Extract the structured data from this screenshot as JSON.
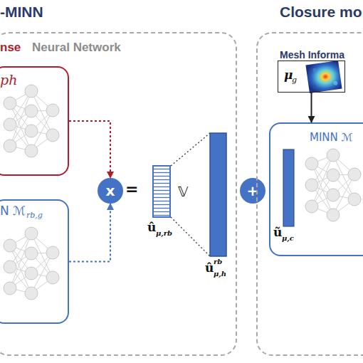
{
  "diagram": {
    "nodes": [
      {
        "text": [
          "-MINN",
          "nse",
          "Neural Network"
        ]
      },
      {
        "text": [
          "ph"
        ],
        "in": 0
      },
      {
        "text": [
          "N ℳ",
          "rb,g"
        ],
        "in": 0
      },
      {
        "text": [
          "x"
        ],
        "in": 0
      },
      {
        "text": [
          "+"
        ]
      },
      {
        "text": [
          "Closure mo",
          "Mesh Informa"
        ]
      },
      {
        "text": [
          "μ",
          "g"
        ],
        "in": 5
      },
      {
        "text": [
          "MINN ℳ"
        ],
        "in": 5
      }
    ],
    "edges": [
      {
        "from": 1,
        "to": 3,
        "arrow": "to"
      },
      {
        "from": 2,
        "to": 3,
        "arrow": "to"
      },
      {
        "from": 6,
        "to": 7,
        "arrow": "to"
      }
    ],
    "labels": [
      "=",
      "𝕍",
      "û",
      "μ,rb",
      "û",
      "rb",
      "μ,h",
      "ũ",
      "μ,c"
    ]
  }
}
